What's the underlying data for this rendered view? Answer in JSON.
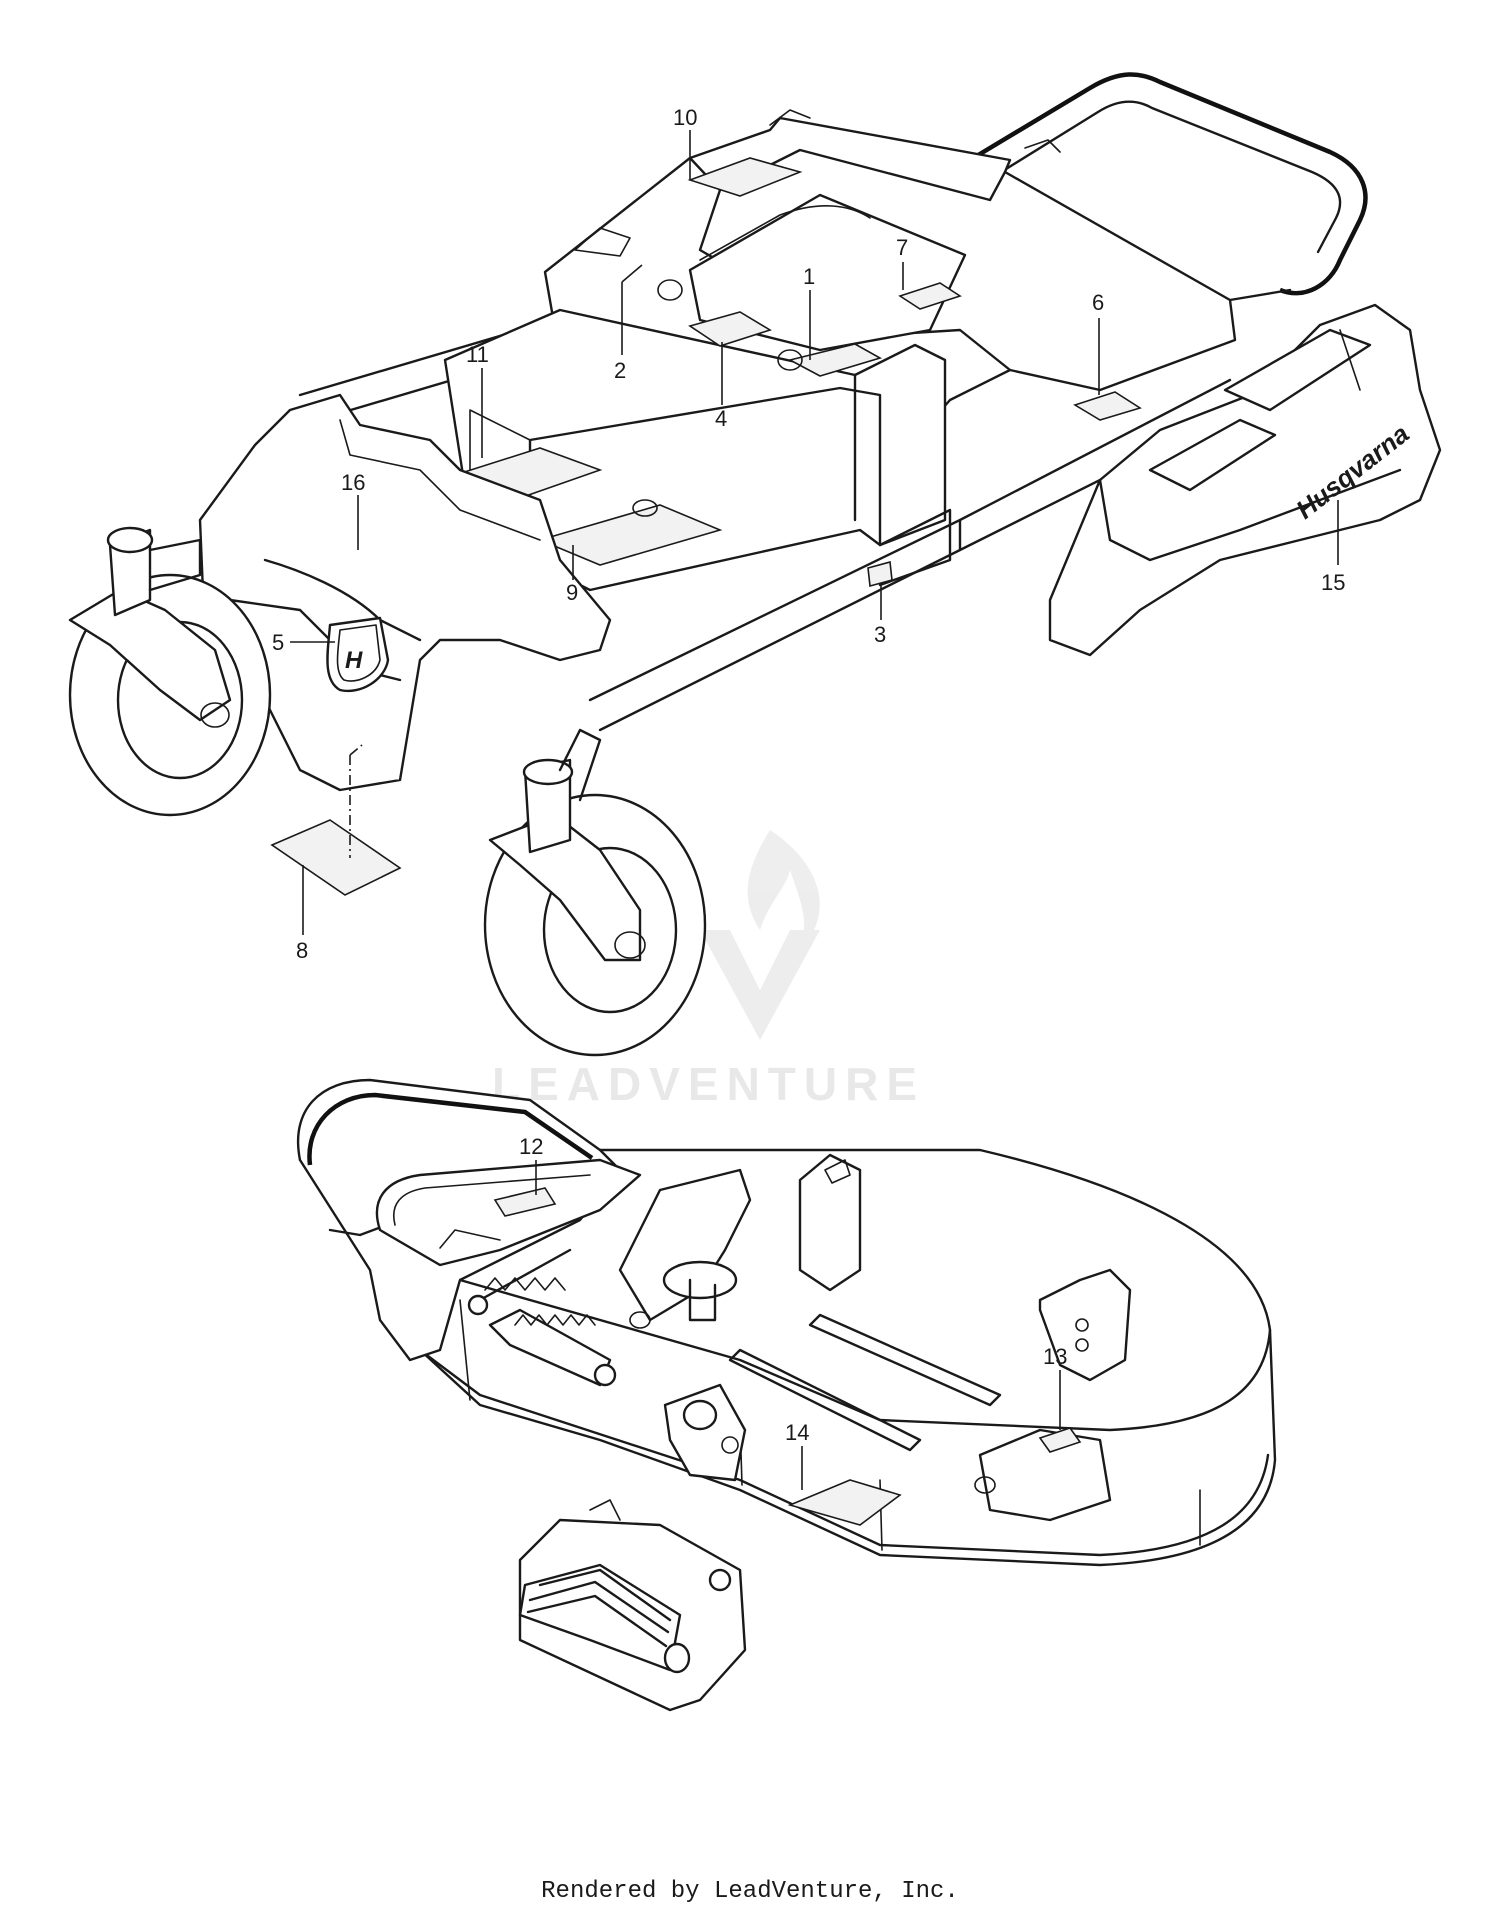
{
  "callouts": [
    "1",
    "2",
    "3",
    "4",
    "5",
    "6",
    "7",
    "8",
    "9",
    "10",
    "11",
    "12",
    "13",
    "14",
    "15",
    "16"
  ],
  "brand": {
    "wordmark": "Husqvarna",
    "emblem_letter": "H"
  },
  "watermark": {
    "text": "LEADVENTURE",
    "icon": "flame-v-logo"
  },
  "footer": {
    "credit": "Rendered by LeadVenture, Inc."
  },
  "icons": {
    "emblem": "husqvarna-crown-emblem-icon"
  }
}
